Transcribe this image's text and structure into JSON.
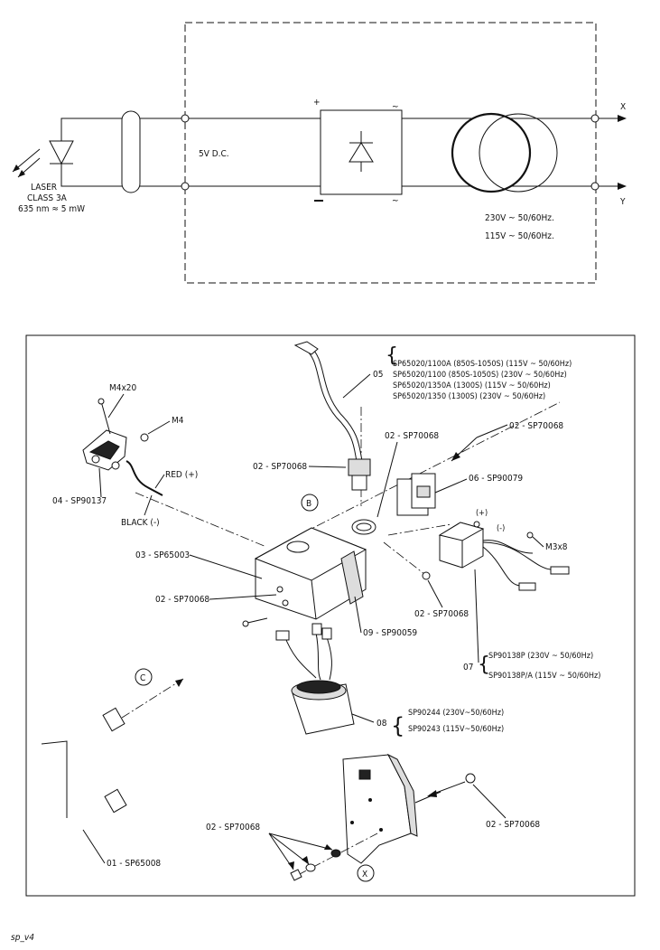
{
  "schematic": {
    "laser_label": "LASER",
    "laser_class": "CLASS 3A",
    "laser_spec": "635 nm ≈ 5 mW",
    "dc_label": "5V D.C.",
    "plus_sign": "+",
    "tilde_sign": "~",
    "output_x": "X",
    "output_y": "Y",
    "voltage_1": "230V ~ 50/60Hz.",
    "voltage_2": "115V ~ 50/60Hz."
  },
  "exploded": {
    "callouts": {
      "m4x20": "M4x20",
      "m4": "M4",
      "p04": "04 - SP90137",
      "red": "RED (+)",
      "black": "BLACK (-)",
      "p03": "03 - SP65003",
      "p02a": "02 - SP70068",
      "p02b": "02 - SP70068",
      "p02c": "02 - SP70068",
      "p02d": "02 - SP70068",
      "p02e": "02 - SP70068",
      "p02f": "02 - SP70068",
      "p02g": "02 - SP70068",
      "p06": "06 - SP90079",
      "plus": "(+)",
      "minus": "(-)",
      "m3x8": "M3x8",
      "p09": "09 - SP90059",
      "p01": "01 - SP65008",
      "p05_num": "05",
      "p07_num": "07",
      "p08_num": "08",
      "view_b": "B",
      "view_c": "C",
      "view_x": "X"
    },
    "p05_list": [
      "SP65020/1100A (850S-1050S) (115V ~ 50/60Hz)",
      "SP65020/1100 (850S-1050S) (230V ~ 50/60Hz)",
      "SP65020/1350A (1300S) (115V ~ 50/60Hz)",
      "SP65020/1350 (1300S) (230V ~ 50/60Hz)"
    ],
    "p07_list": [
      "SP90138P (230V ~ 50/60Hz)",
      "SP90138P/A (115V ~ 50/60Hz)"
    ],
    "p08_list": [
      "SP90244 (230V~50/60Hz)",
      "SP90243 (115V~50/60Hz)"
    ]
  },
  "footer": {
    "code": "sp_v4"
  }
}
